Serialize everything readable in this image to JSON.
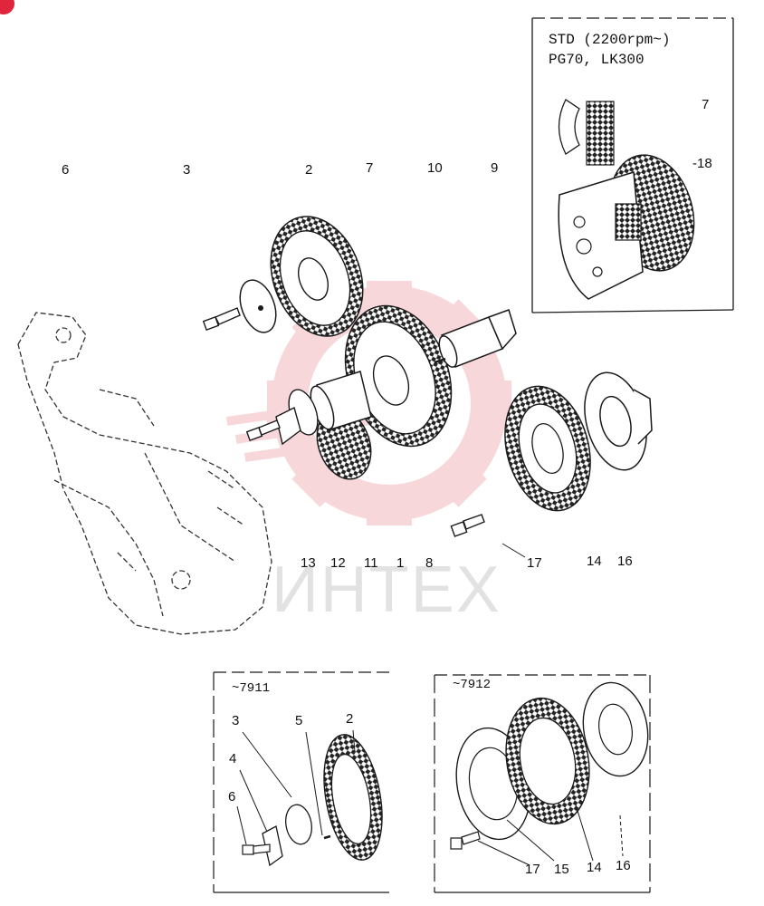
{
  "colors": {
    "line": "#1a1a1a",
    "watermark_red": "#f2b8bd",
    "badge": "#e0263d"
  },
  "watermark_text": "ИНТЕХ",
  "inset_std": {
    "line1": "STD (2200rpm~)",
    "line2": "PG70, LK300",
    "labels": [
      "7",
      "-18"
    ]
  },
  "top_labels": [
    "6",
    "3",
    "2",
    "7",
    "10",
    "9"
  ],
  "bottom_labels": [
    "13",
    "12",
    "11",
    "1",
    "8",
    "17",
    "14",
    "16"
  ],
  "inset_7911": {
    "code": "~7911",
    "labels": [
      "3",
      "5",
      "2",
      "4",
      "6"
    ]
  },
  "inset_7912": {
    "code": "~7912",
    "labels": [
      "17",
      "15",
      "14",
      "16"
    ]
  }
}
